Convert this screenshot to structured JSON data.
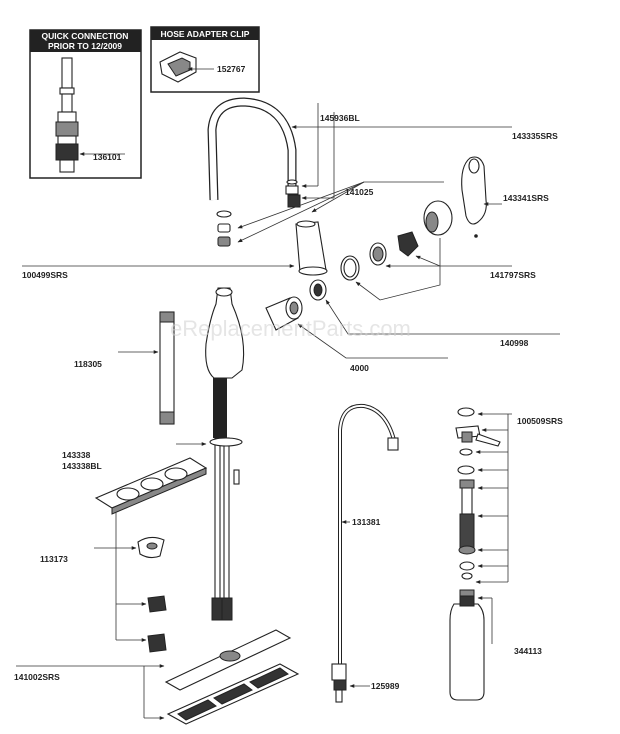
{
  "inset_boxes": {
    "quick_connection": "QUICK CONNECTION\nPRIOR TO 12/2009",
    "hose_adapter_clip": "HOSE ADAPTER CLIP"
  },
  "parts": {
    "p152767": "152767",
    "p136101": "136101",
    "p145936BL": "145936BL",
    "p143335SRS": "143335SRS",
    "p141025": "141025",
    "p143341SRS": "143341SRS",
    "p100499SRS": "100499SRS",
    "p141797SRS": "141797SRS",
    "p140998": "140998",
    "p118305": "118305",
    "p4000": "4000",
    "p143338": "143338",
    "p143338BL": "143338BL",
    "p100509SRS": "100509SRS",
    "p131381": "131381",
    "p113173": "113173",
    "p344113": "344113",
    "p141002SRS": "141002SRS",
    "p125989": "125989"
  },
  "watermark": "eReplacementParts.com"
}
